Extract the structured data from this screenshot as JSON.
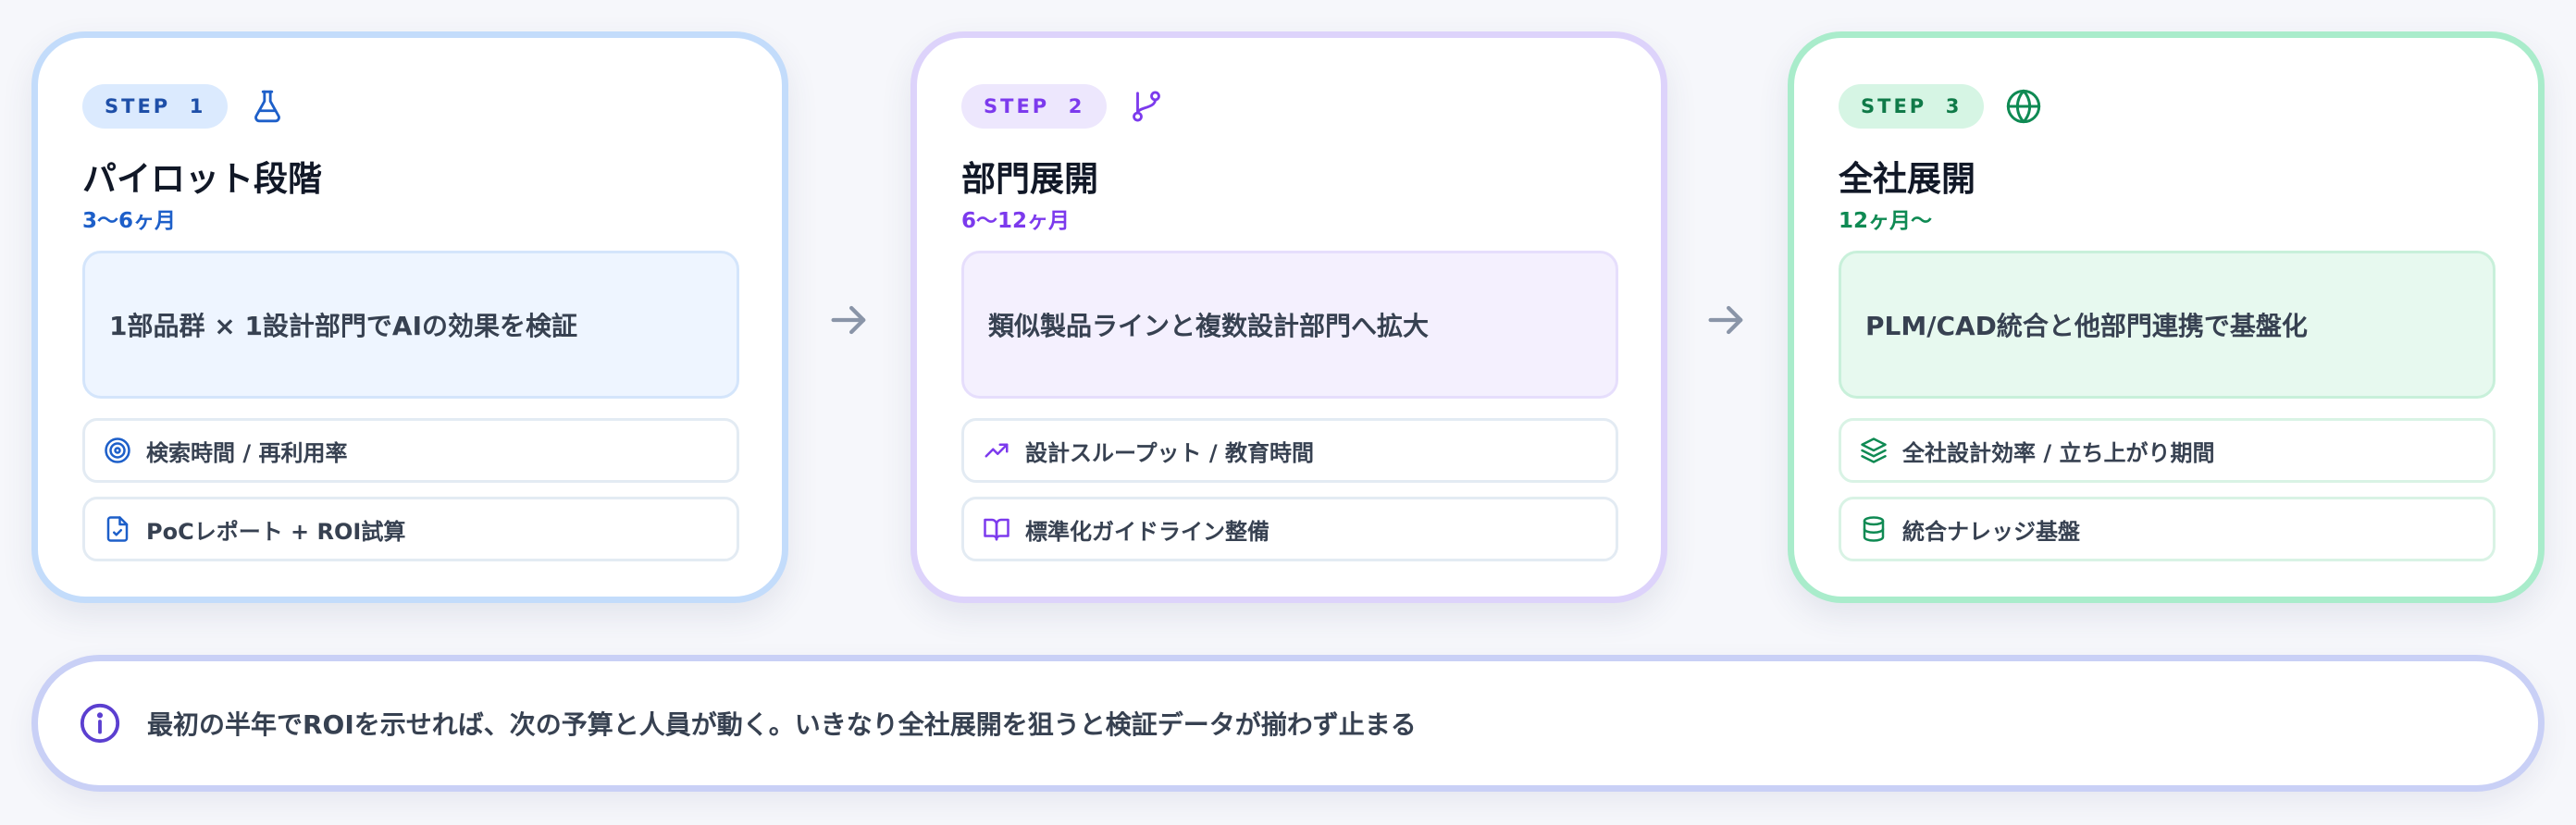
{
  "steps": [
    {
      "badge": "STEP  1",
      "icon": "flask-icon",
      "title": "パイロット段階",
      "period": "3〜6ヶ月",
      "summary": "1部品群 × 1設計部門でAIの効果を検証",
      "metrics": [
        {
          "icon": "target-icon",
          "label": "検索時間 / 再利用率"
        },
        {
          "icon": "file-check-icon",
          "label": "PoCレポート + ROI試算"
        }
      ],
      "accent": "#1d5fc9"
    },
    {
      "badge": "STEP  2",
      "icon": "git-branch-icon",
      "title": "部門展開",
      "period": "6〜12ヶ月",
      "summary": "類似製品ラインと複数設計部門へ拡大",
      "metrics": [
        {
          "icon": "trending-up-icon",
          "label": "設計スループット / 教育時間"
        },
        {
          "icon": "book-open-icon",
          "label": "標準化ガイドライン整備"
        }
      ],
      "accent": "#7c3aed"
    },
    {
      "badge": "STEP  3",
      "icon": "globe-icon",
      "title": "全社展開",
      "period": "12ヶ月〜",
      "summary": "PLM/CAD統合と他部門連携で基盤化",
      "metrics": [
        {
          "icon": "layers-icon",
          "label": "全社設計効率 / 立ち上がり期間"
        },
        {
          "icon": "database-icon",
          "label": "統合ナレッジ基盤"
        }
      ],
      "accent": "#0f8a53"
    }
  ],
  "note": {
    "icon": "info-icon",
    "text": "最初の半年でROIを示せれば、次の予算と人員が動く。いきなり全社展開を狙うと検証データが揃わず止まる",
    "accent": "#5b3fd0"
  },
  "arrow_color": "#8a95a8"
}
